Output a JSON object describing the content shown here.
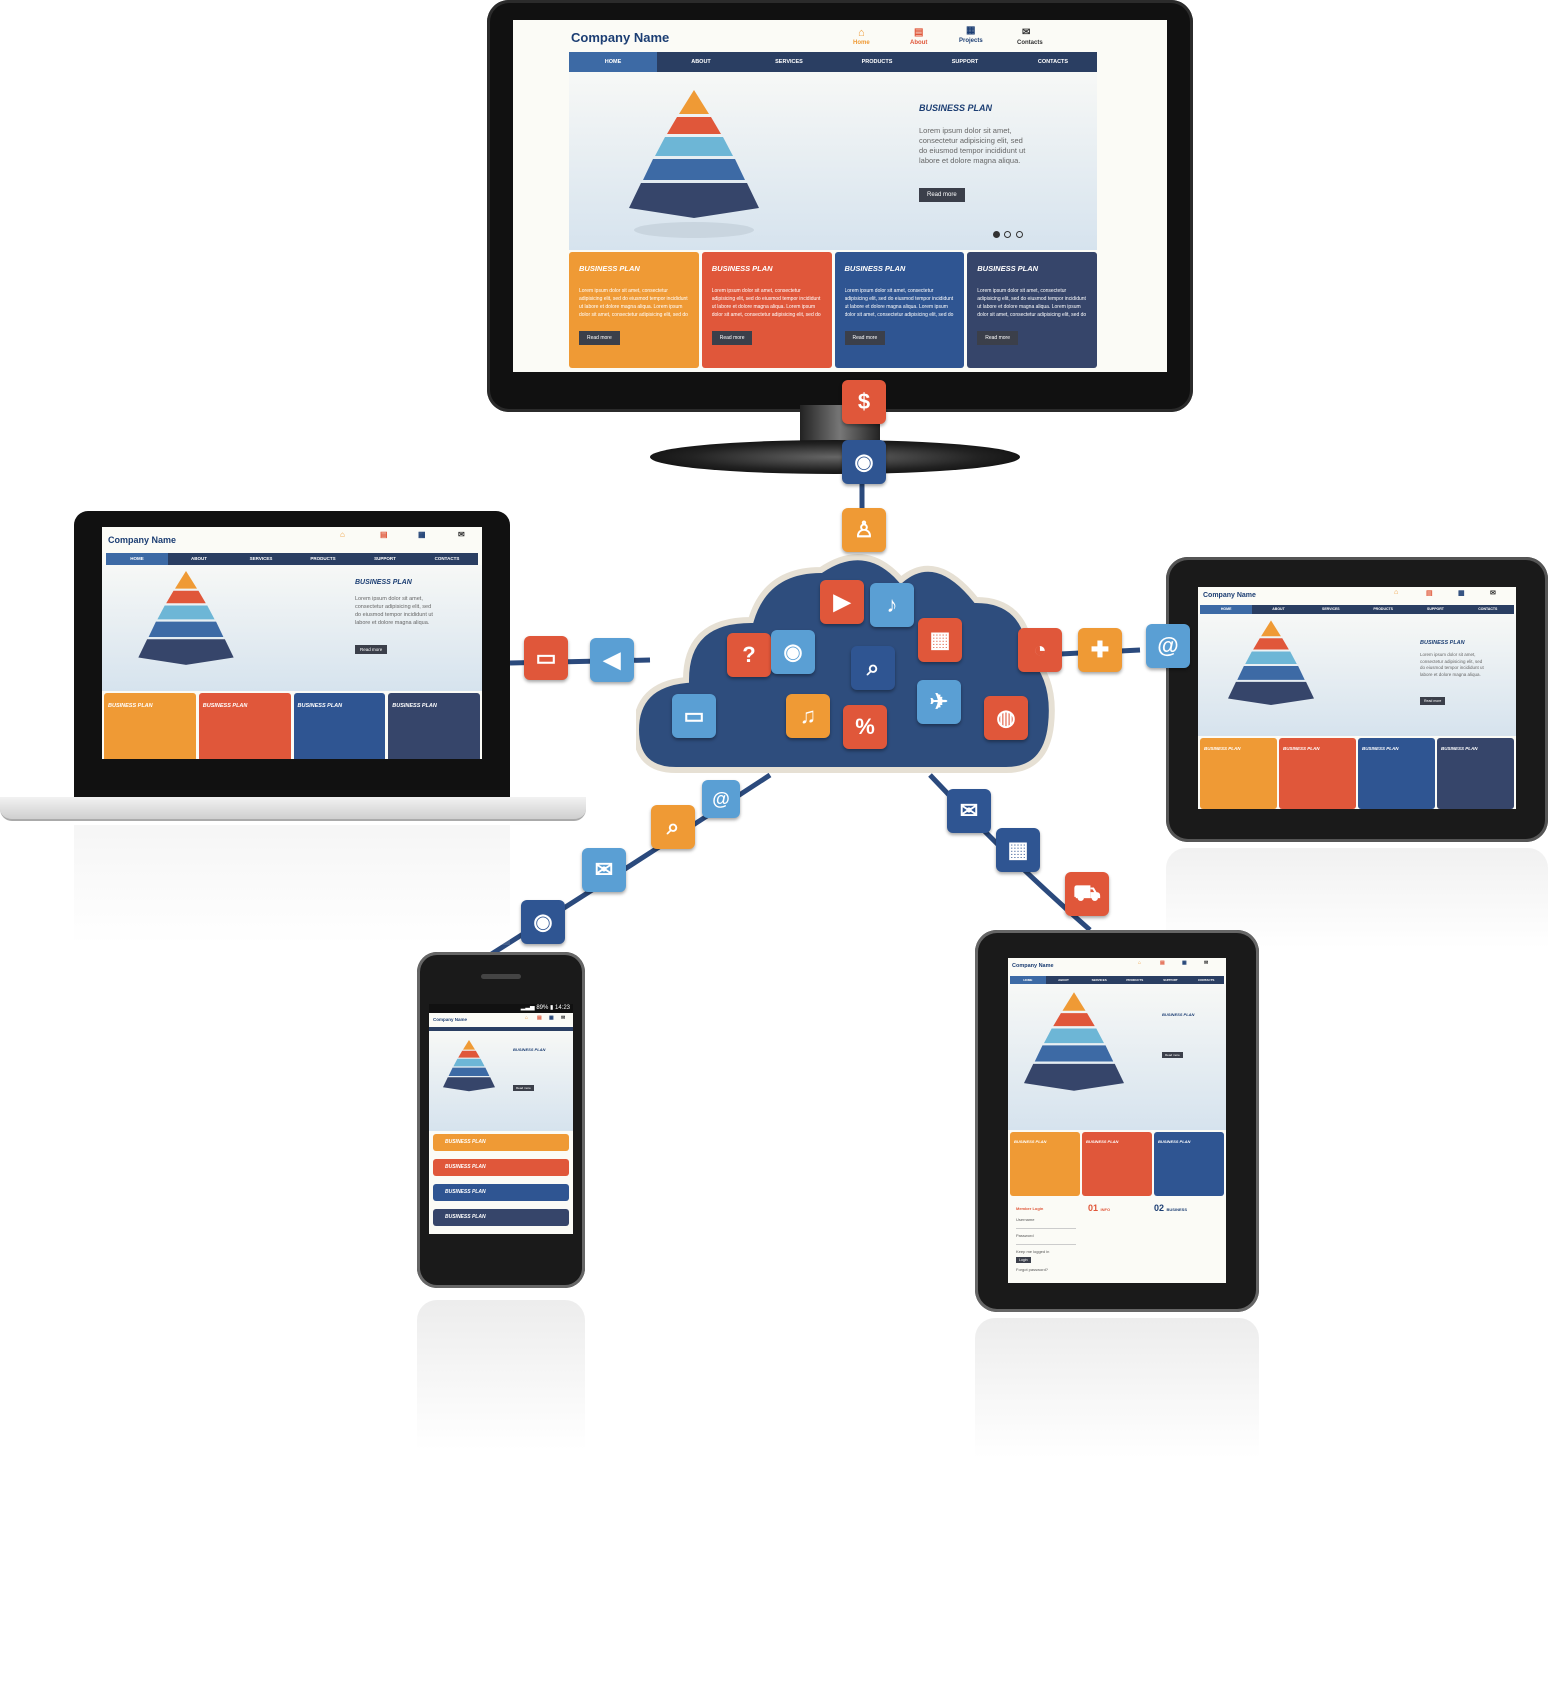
{
  "site": {
    "company": "Company Name",
    "header_icons": [
      {
        "icon": "home-icon",
        "label": "Home",
        "color": "#ef9a35"
      },
      {
        "icon": "about-icon",
        "label": "About",
        "color": "#e0573a"
      },
      {
        "icon": "projects-icon",
        "label": "Projects",
        "color": "#1c3e73"
      },
      {
        "icon": "contacts-icon",
        "label": "Contacts",
        "color": "#333333"
      }
    ],
    "nav": [
      "HOME",
      "ABOUT",
      "SERVICES",
      "PRODUCTS",
      "SUPPORT",
      "CONTACTS"
    ],
    "hero_title": "BUSINESS PLAN",
    "hero_text": "Lorem ipsum dolor sit amet, consectetur adipisicing elit, sed do eiusmod tempor incididunt ut labore et dolore magna aliqua.",
    "read_more": "Read more",
    "card_title": "BUSINESS PLAN",
    "card_text": "Lorem ipsum dolor sit amet, consectetur adipisicing elit, sed do eiusmod tempor incididunt ut labore et dolore magna aliqua. Lorem ipsum dolor sit amet, consectetur adipisicing elit, sed do eiusmod tempor incididunt ut labore et dolore magna aliqua.",
    "login_title": "Member Login",
    "username": "Username",
    "password": "Password",
    "login_button": "Login",
    "keep_logged": "Keep me logged in",
    "forgot": "Forgot password?",
    "info_01_num": "01",
    "info_01_label": "INFO",
    "info_02_num": "02",
    "info_02_label": "BUSINESS"
  },
  "phone_status": {
    "battery": "89%",
    "time": "14:23"
  },
  "colors": {
    "orange": "#ef9a35",
    "red": "#e0573a",
    "blue": "#2f5592",
    "navy": "#36456a",
    "light": "#5a9fd4",
    "cloud": "#2e4d7d"
  },
  "cloud_icons": [
    "clapper-icon",
    "play-icon",
    "music-note-icon",
    "question-icon",
    "camera-icon",
    "search-icon",
    "calculator-icon",
    "folder-icon",
    "music-icon",
    "percent-icon",
    "airplane-icon",
    "gamepad-icon"
  ],
  "connector_icons": {
    "top": [
      "dollar-icon",
      "camera-icon",
      "person-icon"
    ],
    "left": [
      "folder-icon",
      "speaker-icon"
    ],
    "right": [
      "rss-icon",
      "gamepad-icon",
      "at-icon"
    ],
    "bottom_left": [
      "at-icon",
      "search-icon",
      "chat-icon",
      "camera-icon"
    ],
    "bottom_right": [
      "mail-icon",
      "calculator-icon",
      "cart-icon"
    ]
  }
}
